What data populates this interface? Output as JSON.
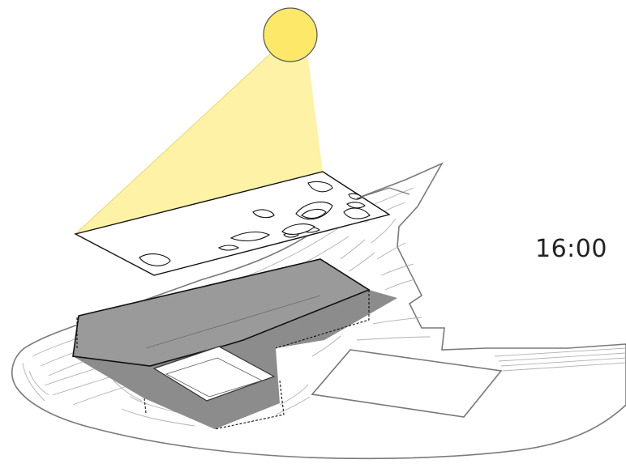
{
  "diagram": {
    "time_label": "16:00",
    "colors": {
      "sun_fill": "#fde86a",
      "sun_stroke": "#555555",
      "sunlight_fill": "#fdf2a6",
      "site_outline": "#777777",
      "contour_lines": "#aaaaaa",
      "building_fill": "#8c8c8c",
      "building_edge": "#111111",
      "roof_outline": "#111111"
    },
    "elements": [
      "sun",
      "sunlight-beam",
      "perforated-roof-canopy",
      "terrain-contours",
      "building-mass",
      "courtyard",
      "adjacent-plot"
    ]
  }
}
